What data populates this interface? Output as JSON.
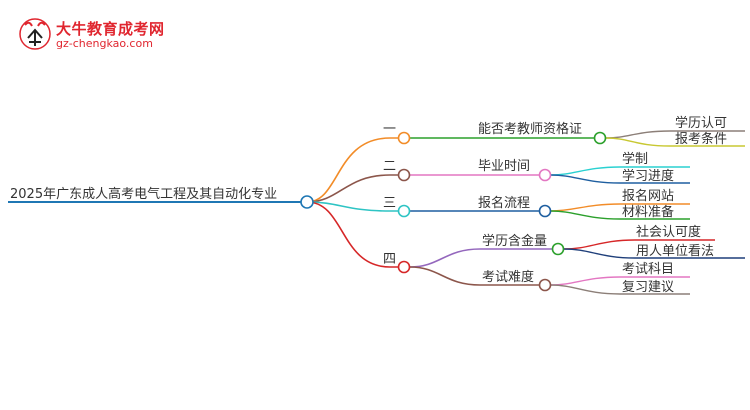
{
  "logo": {
    "name": "大牛教育成考网",
    "url": "gz-chengkao.com",
    "brand_color": "#e0262f"
  },
  "root": {
    "label": "2025年广东成人高考电气工程及其自动化专业",
    "color": "#1f77b4"
  },
  "branches": [
    {
      "marker": "一",
      "label": "能否考教师资格证",
      "color": "#f28c28",
      "children": [
        {
          "label": "学历认可",
          "color": "#8c7f78"
        },
        {
          "label": "报考条件",
          "color": "#c8c832"
        }
      ],
      "node_color": "#2ca02c"
    },
    {
      "marker": "二",
      "label": "毕业时间",
      "color": "#8c564b",
      "children": [
        {
          "label": "学制",
          "color": "#2ad1d1"
        },
        {
          "label": "学习进度",
          "color": "#1f5fa0"
        }
      ],
      "node_color": "#e377c2"
    },
    {
      "marker": "三",
      "label": "报名流程",
      "color": "#2ec4c4",
      "children": [
        {
          "label": "报名网站",
          "color": "#f28c28"
        },
        {
          "label": "材料准备",
          "color": "#2ca02c"
        }
      ],
      "node_color": "#1f5fa0"
    },
    {
      "marker": "四",
      "label": "",
      "color": "#d62728",
      "children": [
        {
          "label": "学历含金量",
          "color": "#9467bd",
          "node_color": "#2ca02c",
          "children": [
            {
              "label": "社会认可度",
              "color": "#d62728"
            },
            {
              "label": "用人单位看法",
              "color": "#1f3f7a"
            }
          ]
        },
        {
          "label": "考试难度",
          "color": "#8c564b",
          "node_color": "#8c564b",
          "children": [
            {
              "label": "考试科目",
              "color": "#e377c2"
            },
            {
              "label": "复习建议",
              "color": "#8c7f78"
            }
          ]
        }
      ]
    }
  ]
}
